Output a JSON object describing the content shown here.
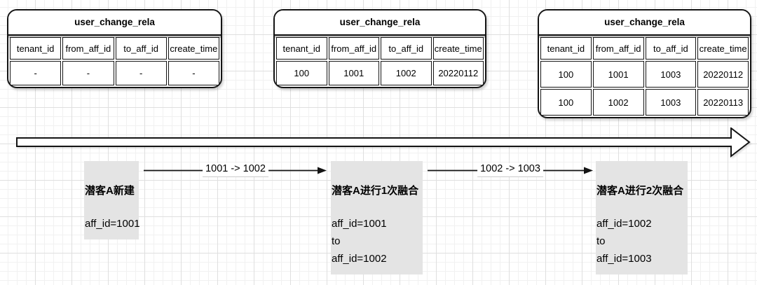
{
  "tables": [
    {
      "title": "user_change_rela",
      "headers": [
        "tenant_id",
        "from_aff_id",
        "to_aff_id",
        "create_time"
      ],
      "rows": [
        [
          "-",
          "-",
          "-",
          "-"
        ]
      ]
    },
    {
      "title": "user_change_rela",
      "headers": [
        "tenant_id",
        "from_aff_id",
        "to_aff_id",
        "create_time"
      ],
      "rows": [
        [
          "100",
          "1001",
          "1002",
          "20220112"
        ]
      ]
    },
    {
      "title": "user_change_rela",
      "headers": [
        "tenant_id",
        "from_aff_id",
        "to_aff_id",
        "create_time"
      ],
      "rows": [
        [
          "100",
          "1001",
          "1003",
          "20220112"
        ],
        [
          "100",
          "1002",
          "1003",
          "20220113"
        ]
      ]
    }
  ],
  "connectors": [
    {
      "label": "1001 -> 1002"
    },
    {
      "label": "1002 -> 1003"
    }
  ],
  "notes": [
    {
      "title": "潜客A新建",
      "lines": [
        "aff_id=1001"
      ]
    },
    {
      "title": "潜客A进行1次融合",
      "lines": [
        "aff_id=1001",
        "to",
        "aff_id=1002"
      ]
    },
    {
      "title": "潜客A进行2次融合",
      "lines": [
        "aff_id=1002",
        "to",
        "aff_id=1003"
      ]
    }
  ],
  "colors": {
    "table_border": "#141414",
    "table_fill": "#ffffff",
    "note_fill": "#e4e4e4",
    "grid_minor": "#f1f1f1",
    "grid_major": "#dfdfdf",
    "text": "#000000"
  }
}
